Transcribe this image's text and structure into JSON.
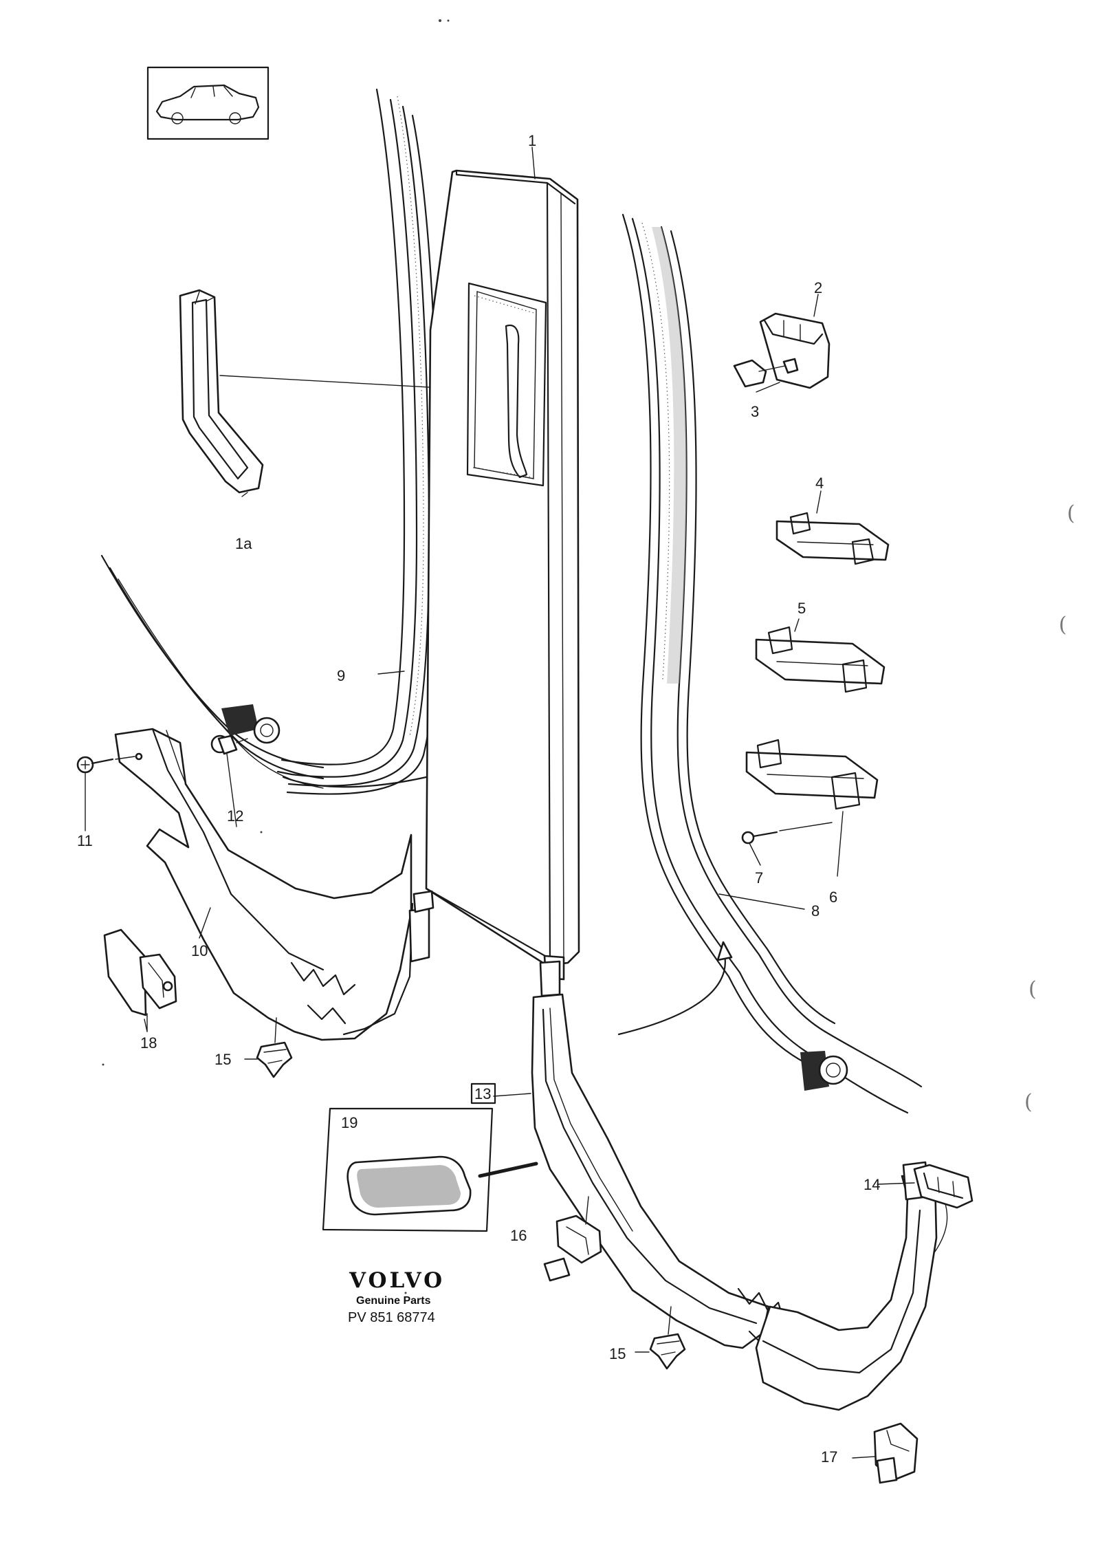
{
  "diagram": {
    "callouts": {
      "c1": "1",
      "c1a": "1a",
      "c2": "2",
      "c3": "3",
      "c4": "4",
      "c5": "5",
      "c6": "6",
      "c7": "7",
      "c8": "8",
      "c9": "9",
      "c10": "10",
      "c11": "11",
      "c12": "12",
      "c13": "13",
      "c14": "14",
      "c15a": "15",
      "c15b": "15",
      "c16": "16",
      "c17": "17",
      "c18": "18",
      "c19": "19"
    },
    "brand": {
      "logo": "VOLVO",
      "tagline": "Genuine Parts",
      "part_number": "PV 851 68774"
    },
    "margin_marks": [
      "(",
      "(",
      "(",
      "("
    ],
    "colors": {
      "ink": "#1a1a1a",
      "paper": "#ffffff"
    }
  }
}
